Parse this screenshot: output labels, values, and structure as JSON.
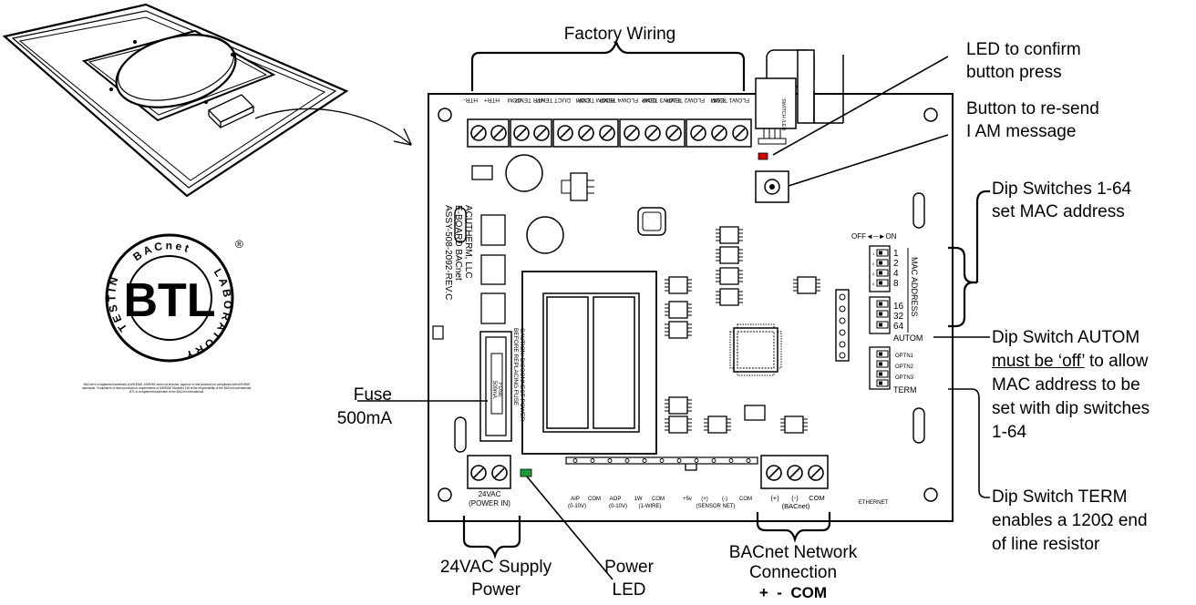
{
  "callouts": {
    "factory_wiring": "Factory Wiring",
    "led_confirm": [
      "LED to confirm",
      "button press"
    ],
    "button_resend": [
      "Button to re-send",
      "I AM message"
    ],
    "dip_mac": [
      "Dip Switches 1-64",
      "set MAC address"
    ],
    "dip_autom": {
      "line1": "Dip Switch AUTOM",
      "line2_underlined": "must be ‘off’",
      "line2_rest": " to allow",
      "line3": "MAC address to be",
      "line4": "set with dip switches",
      "line5": "1-64"
    },
    "dip_term": [
      "Dip Switch TERM",
      "enables a 120Ω end",
      "of line resistor"
    ],
    "fuse": [
      "Fuse",
      "500mA"
    ],
    "supply": [
      "24VAC Supply",
      "Power"
    ],
    "power_led": [
      "Power",
      "LED"
    ],
    "bacnet_conn": [
      "BACnet Network",
      "Connection"
    ],
    "bacnet_polarity": "+  -  COM"
  },
  "board": {
    "top_terminals": [
      "HTR-",
      "HTR+",
      "COM",
      "HTR TEMP",
      "DUCT TEMP",
      "COM",
      "ROOM TEMP",
      "FLOW4 TEMP",
      "COM",
      "FLOW3 TEMP",
      "FLOW2 TEMP",
      "COM",
      "FLOW1 TEMP"
    ],
    "switch_led": "SWITCH /LED",
    "silkscreen": [
      "ACUTHERM, LLC",
      "E-BOARD BACnet",
      "ASSY-508-2092-REV.C"
    ],
    "caution": [
      "CAUTION: DISCONNECT POWER",
      "BEFORE REPLACING FUSE"
    ],
    "fuse_label": [
      "FUSE",
      "500mA"
    ],
    "off_on": "OFF◄─►ON",
    "dip_values": [
      "1",
      "2",
      "4",
      "8",
      "16",
      "32",
      "64"
    ],
    "mac_address": "MAC ADDRESS",
    "autom": "AUTOM",
    "optn": [
      "OPTN1",
      "OPTN2",
      "OPTN3"
    ],
    "term": "TERM",
    "power_in": [
      "24VAC",
      "(POWER IN)"
    ],
    "bottom_labels": [
      "AIP",
      "COM",
      "AOP",
      "1W",
      "COM",
      "+5v",
      "(+)",
      "(-)",
      "COM"
    ],
    "bottom_sublabels": [
      "(0-10V)",
      "(0-10V)",
      "(1-WIRE)",
      "(SENSOR NET)"
    ],
    "bacnet_terminals": [
      "(+)",
      "(-)",
      "COM"
    ],
    "bacnet_label": "(BACnet)",
    "ethernet": "ETHERNET"
  },
  "logo": {
    "top_arc": "BACnet",
    "center": "BTL",
    "left_arc": "TESTING",
    "right_arc": "LABORATORY",
    "registered": "®",
    "fine_print": "BACnet is a registered trademark of ASHRAE. ASHRAE does not endorse, approve or test products for compliance with ASHRAE standards. Compliance of listed products to requirements of ASHRAE Standard 135 is the responsibility of the BACnet International. BTL is a registered trademark of the BACnet International."
  },
  "colors": {
    "status_led_red": "#d40000",
    "power_led_green": "#1a9a3a"
  }
}
